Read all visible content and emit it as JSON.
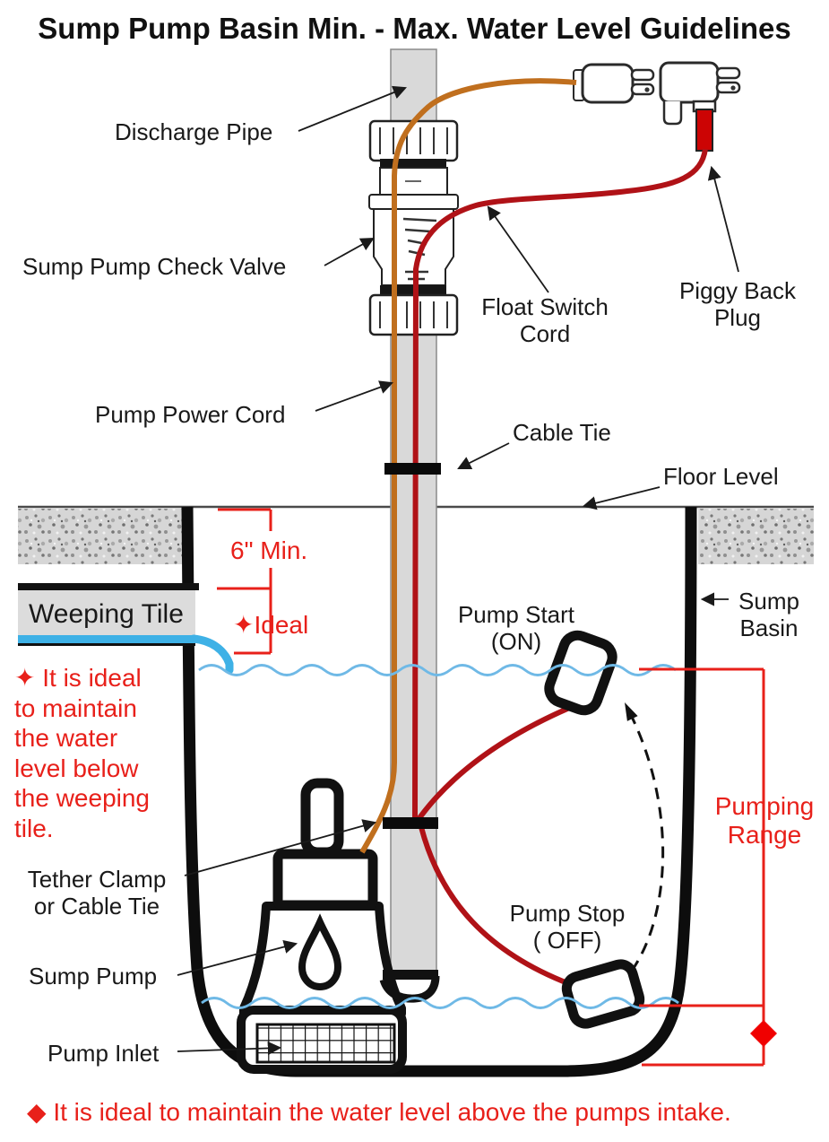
{
  "title": "Sump Pump Basin Min. - Max. Water Level Guidelines",
  "labels": {
    "discharge_pipe": "Discharge Pipe",
    "check_valve": "Sump Pump Check Valve",
    "float_switch_cord": {
      "line1": "Float Switch",
      "line2": "Cord"
    },
    "piggy_back_plug": {
      "line1": "Piggy Back",
      "line2": "Plug"
    },
    "pump_power_cord": "Pump Power Cord",
    "cable_tie": "Cable Tie",
    "floor_level": "Floor Level",
    "weeping_tile": "Weeping Tile",
    "six_inch_min": "6\" Min.",
    "ideal": "✦Ideal",
    "pump_start": {
      "line1": "Pump Start",
      "line2": "(ON)"
    },
    "sump_basin": {
      "line1": "Sump",
      "line2": "Basin"
    },
    "pumping_range": {
      "line1": "Pumping",
      "line2": "Range"
    },
    "tether_clamp": {
      "line1": "Tether Clamp",
      "line2": "or Cable Tie"
    },
    "sump_pump": "Sump Pump",
    "pump_stop": {
      "line1": "Pump Stop",
      "line2": "( OFF)"
    },
    "pump_inlet": "Pump Inlet"
  },
  "notes": {
    "weeping_note_lines": [
      "✦ It is ideal",
      "to maintain",
      "the water",
      "level below",
      "the weeping",
      "tile."
    ],
    "intake_note": "◆ It is ideal to maintain the water level above the pumps intake."
  },
  "icons": {
    "ideal_marker": "four-point-star-icon",
    "intake_marker": "diamond-icon"
  },
  "colors": {
    "accent_red_text": "#e8201a",
    "dimension_red": "#e8201a",
    "float_cord_red": "#b01217",
    "piggyback_cable_red": "#cc0404",
    "power_cord_orange": "#c06f1e",
    "water_blue": "#6fb9e6",
    "weeping_tile_blue": "#3eb1e6",
    "pipe_gray": "#d9d9d9",
    "tile_gray": "#dcdcdc",
    "outline_black": "#111111"
  }
}
